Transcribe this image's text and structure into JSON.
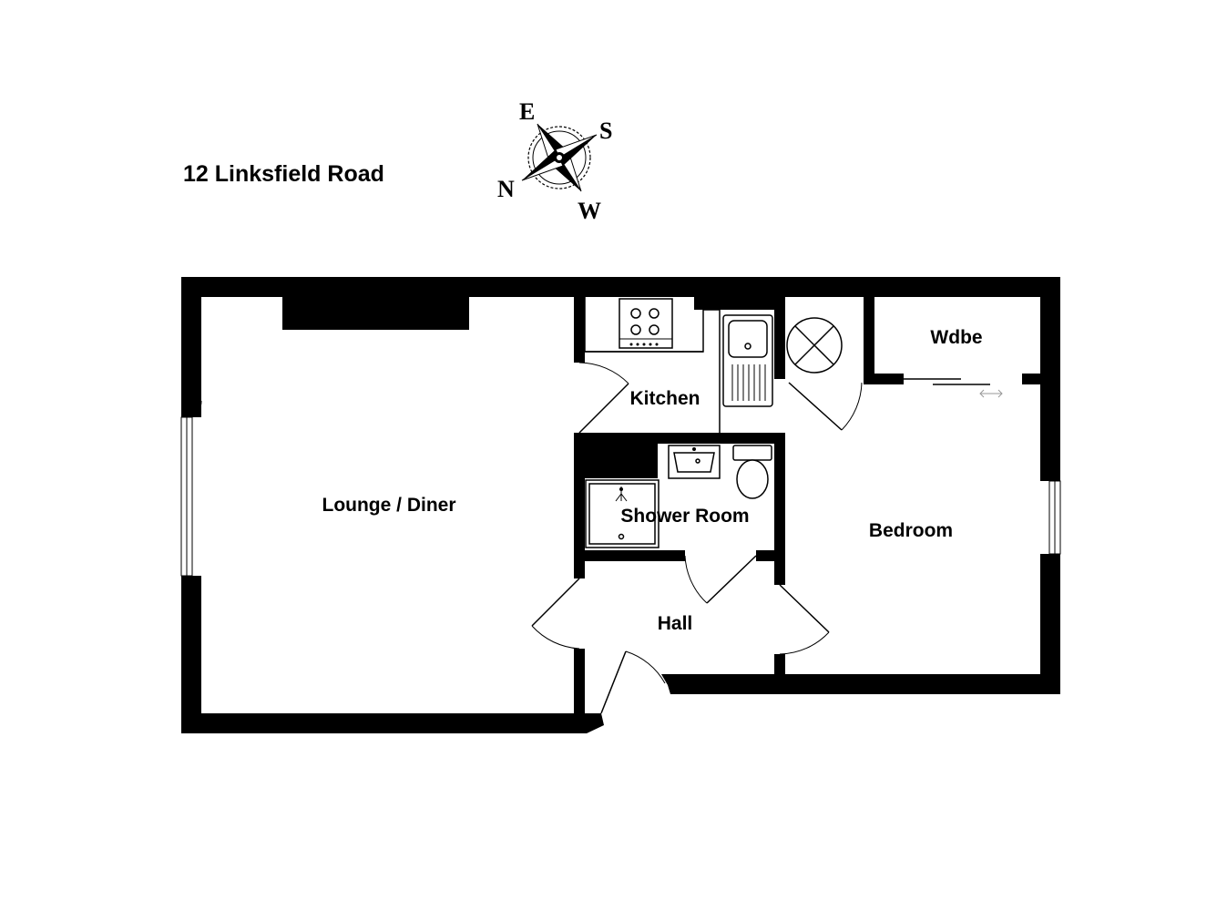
{
  "property": {
    "title": "12 Linksfield Road"
  },
  "compass": {
    "north": "N",
    "east": "E",
    "south": "S",
    "west": "W"
  },
  "rooms": {
    "lounge": "Lounge / Diner",
    "kitchen": "Kitchen",
    "shower_room": "Shower Room",
    "hall": "Hall",
    "bedroom": "Bedroom",
    "wardrobe": "Wdbe"
  }
}
